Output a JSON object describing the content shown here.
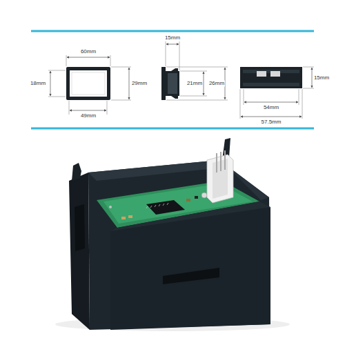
{
  "diagram": {
    "labels": [
      "60mm",
      "18mm",
      "29mm",
      "49mm",
      "15mm",
      "21mm",
      "26mm",
      "15mm",
      "54mm",
      "57.5mm"
    ]
  }
}
